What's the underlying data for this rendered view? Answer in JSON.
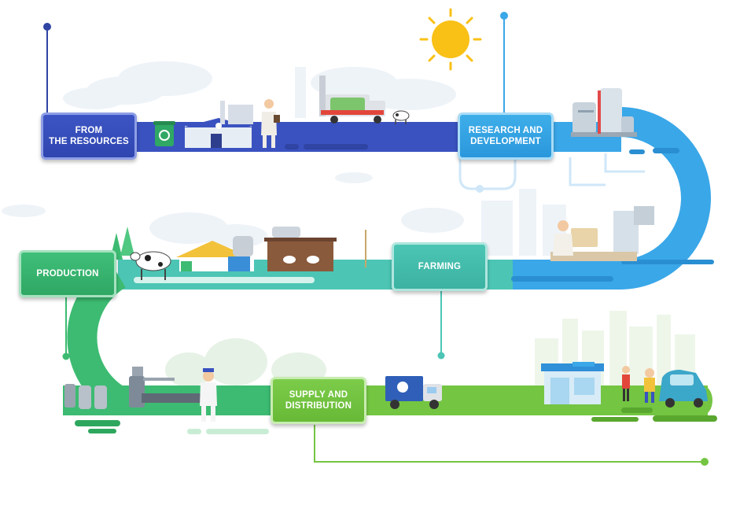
{
  "stages": {
    "resources": "FROM\nTHE RESOURCES",
    "research": "RESEARCH AND\nDEVELOPMENT",
    "production": "PRODUCTION",
    "farming": "FARMING",
    "supply": "SUPPLY AND\nDISTRIBUTION"
  },
  "colors": {
    "resources_blue": "#3a52c0",
    "research_blue": "#3aa7e8",
    "farming_teal": "#4cc5b5",
    "production_green": "#3dbb72",
    "supply_green": "#74c542",
    "sun": "#f9c016"
  },
  "icons": [
    "sun-icon",
    "recycle-bin-icon",
    "factory-icon",
    "scientist-icon",
    "garbage-truck-icon",
    "cow-icon",
    "lab-tanks-icon",
    "lab-worker-icon",
    "barn-icon",
    "milking-shed-icon",
    "processing-line-icon",
    "worker-icon",
    "delivery-truck-icon",
    "store-icon",
    "shoppers-icon",
    "car-icon"
  ]
}
